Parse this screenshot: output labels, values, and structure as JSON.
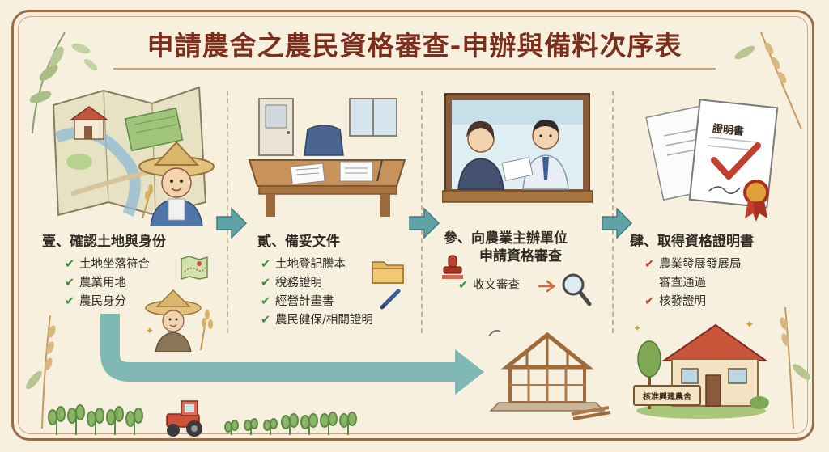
{
  "title": "申請農舍之農民資格審查-申辦與備料次序表",
  "steps": [
    {
      "title": "壹、確認土地與身份",
      "items": [
        "土地坐落符合",
        "農業用地",
        "農民身分"
      ]
    },
    {
      "title": "貳、備妥文件",
      "items": [
        "土地登記謄本",
        "稅務證明",
        "經營計畫書",
        "農民健保/相關證明"
      ]
    },
    {
      "title_line1": "參、向農業主辦單位",
      "title_line2": "申請資格審查",
      "items": [
        "收文審查"
      ]
    },
    {
      "title": "肆、取得資格證明書",
      "item1_line1": "農業發展發展局",
      "item1_line2": "審查通過",
      "item2": "核發證明"
    }
  ],
  "certificate_label": "證明書",
  "sign_label": "核准興建農舍",
  "colors": {
    "accent": "#7a2e1b",
    "check_green": "#3f8a3a",
    "check_red": "#c13f2c",
    "arrow": "#5fa3a8"
  },
  "icons": [
    "map-icon",
    "folder-icon",
    "pen-icon",
    "magnifier-icon",
    "stamp-icon",
    "certificate-icon",
    "seal-icon"
  ]
}
